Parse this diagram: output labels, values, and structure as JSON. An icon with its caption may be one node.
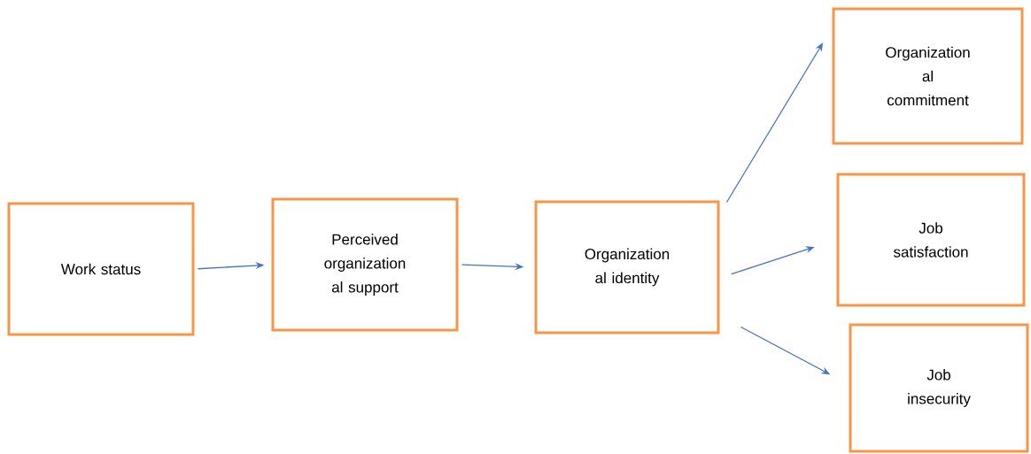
{
  "diagram": {
    "nodes": [
      {
        "text": [
          "Work status"
        ]
      },
      {
        "text": [
          "Perceived organization al support"
        ]
      },
      {
        "text": [
          "Organization al identity"
        ]
      },
      {
        "text": [
          "Organization al commitment"
        ]
      },
      {
        "text": [
          "Job satisfaction"
        ]
      },
      {
        "text": [
          "Job insecurity"
        ]
      }
    ],
    "edges": [
      {
        "from": 0,
        "to": 1,
        "arrow": "to"
      },
      {
        "from": 1,
        "to": 2,
        "arrow": "to"
      },
      {
        "from": 2,
        "to": 3,
        "arrow": "to"
      },
      {
        "from": 2,
        "to": 4,
        "arrow": "to"
      },
      {
        "from": 2,
        "to": 5,
        "arrow": "to"
      }
    ]
  }
}
